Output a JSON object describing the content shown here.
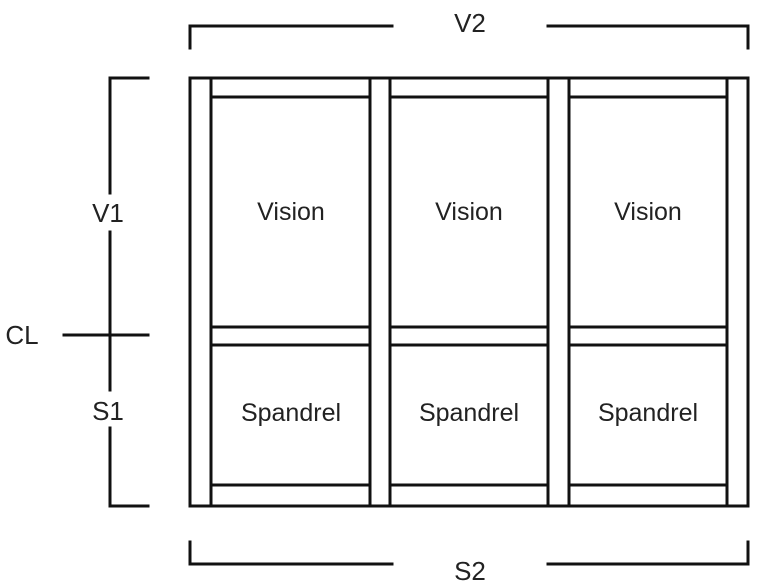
{
  "dimensions": {
    "top": "V2",
    "bottom": "S2",
    "left_upper": "V1",
    "left_lower": "S1",
    "centerline": "CL"
  },
  "panels": [
    {
      "vision": "Vision",
      "spandrel": "Spandrel"
    },
    {
      "vision": "Vision",
      "spandrel": "Spandrel"
    },
    {
      "vision": "Vision",
      "spandrel": "Spandrel"
    }
  ]
}
